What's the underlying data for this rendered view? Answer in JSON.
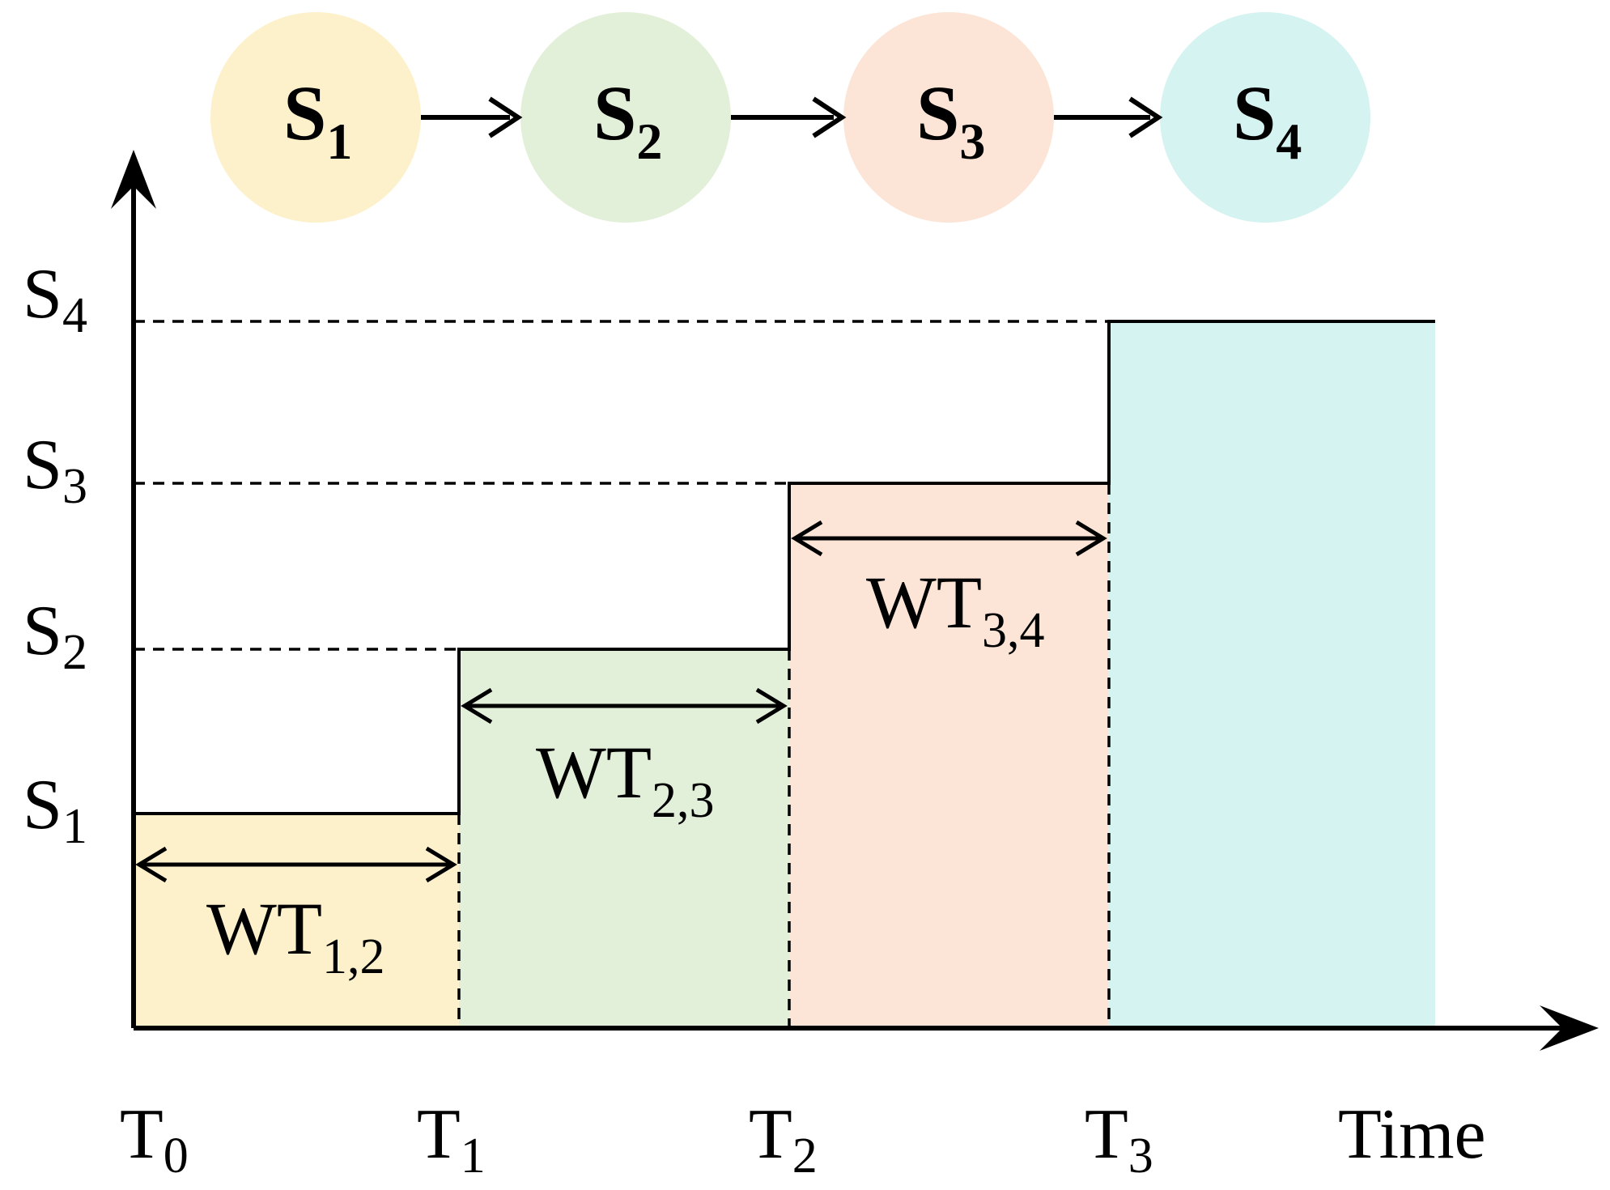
{
  "colors": {
    "s1": "#fdf1cc",
    "s2": "#e3f0d9",
    "s3": "#fce5d6",
    "s4": "#d5f3f1"
  },
  "states": [
    {
      "base": "S",
      "sub": "1"
    },
    {
      "base": "S",
      "sub": "2"
    },
    {
      "base": "S",
      "sub": "3"
    },
    {
      "base": "S",
      "sub": "4"
    }
  ],
  "y_axis": {
    "ticks": [
      {
        "base": "S",
        "sub": "1"
      },
      {
        "base": "S",
        "sub": "2"
      },
      {
        "base": "S",
        "sub": "3"
      },
      {
        "base": "S",
        "sub": "4"
      }
    ]
  },
  "x_axis": {
    "ticks": [
      {
        "base": "T",
        "sub": "0"
      },
      {
        "base": "T",
        "sub": "1"
      },
      {
        "base": "T",
        "sub": "2"
      },
      {
        "base": "T",
        "sub": "3"
      }
    ],
    "label": "Time"
  },
  "waiting_times": [
    {
      "base": "WT",
      "sub": "1,2"
    },
    {
      "base": "WT",
      "sub": "2,3"
    },
    {
      "base": "WT",
      "sub": "3,4"
    }
  ]
}
